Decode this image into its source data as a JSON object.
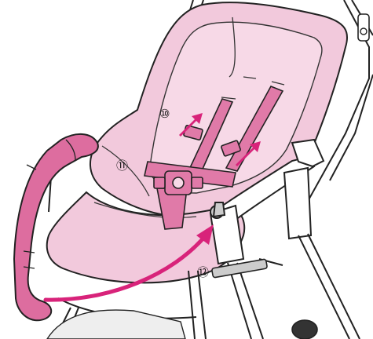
{
  "callouts": {
    "c10": "⑩",
    "c11": "⑪",
    "c12": "⑫"
  },
  "colors": {
    "seat_pad": "#f2c9dc",
    "seat_pad_inner": "#f7d9e7",
    "harness": "#e07aa8",
    "bumper_bar": "#dd6d9f",
    "arrow": "#d8237a",
    "frame": "#222222",
    "frame_fill": "#ffffff",
    "metal": "#cccccc"
  }
}
